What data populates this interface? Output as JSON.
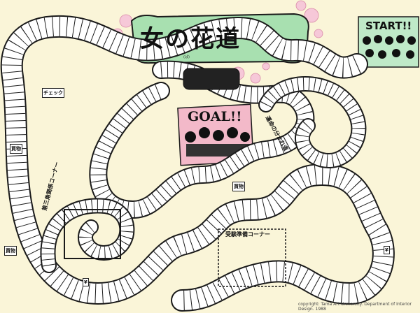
{
  "title": "女の花道",
  "title_sub": "(ぱ)",
  "start_label": "START!!",
  "goal_label": "GOAL!!",
  "copyright": "copyright: Tama Art University. Department of Interior Design. 1988",
  "zones": {
    "left_spiral": "第三角関係コーナー",
    "center_bottom": "受験準備コーナー",
    "right_loop": "運命の分かれ道"
  },
  "squares": {
    "property": "買物",
    "money": "¥",
    "check": "チェック"
  },
  "colors": {
    "background": "#faf5d8",
    "path_fill": "#ffffff",
    "path_stroke": "#1a1a1a",
    "banner_green": "#a8e0b0",
    "blossom_pink": "#f6c8d8",
    "goal_pink": "#f3b9c9",
    "start_green": "#bfe9c8"
  }
}
